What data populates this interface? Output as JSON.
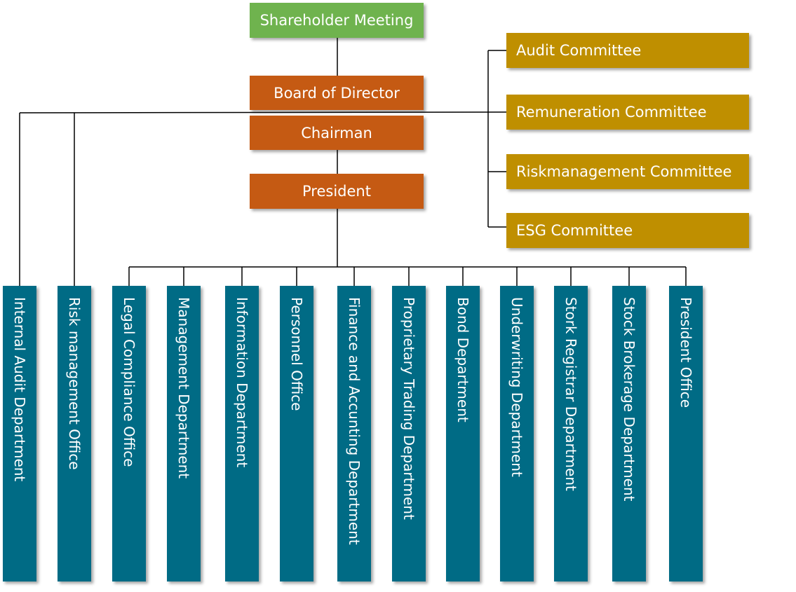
{
  "top": {
    "shareholder": "Shareholder Meeting",
    "board": "Board of Director",
    "chairman": "Chairman",
    "president": "President"
  },
  "committees": [
    "Audit Committee",
    "Remuneration Committee",
    "Riskmanagement Committee",
    "ESG Committee"
  ],
  "departments": [
    "Internal Audit Department",
    "Risk management Office",
    "Legal Compliance Office",
    "Management Department",
    "Information Department",
    "Personnel Office",
    "Finance and Accunting Department",
    "Proprietary Trading Department",
    "Bond Department",
    "Underwriting Department",
    "Stork Registrar Department",
    "Stock Brokerage Department",
    "President Office"
  ],
  "colors": {
    "shareholder": "#6fb34e",
    "executive": "#c55a13",
    "committee": "#bf8f00",
    "department": "#006b85"
  }
}
